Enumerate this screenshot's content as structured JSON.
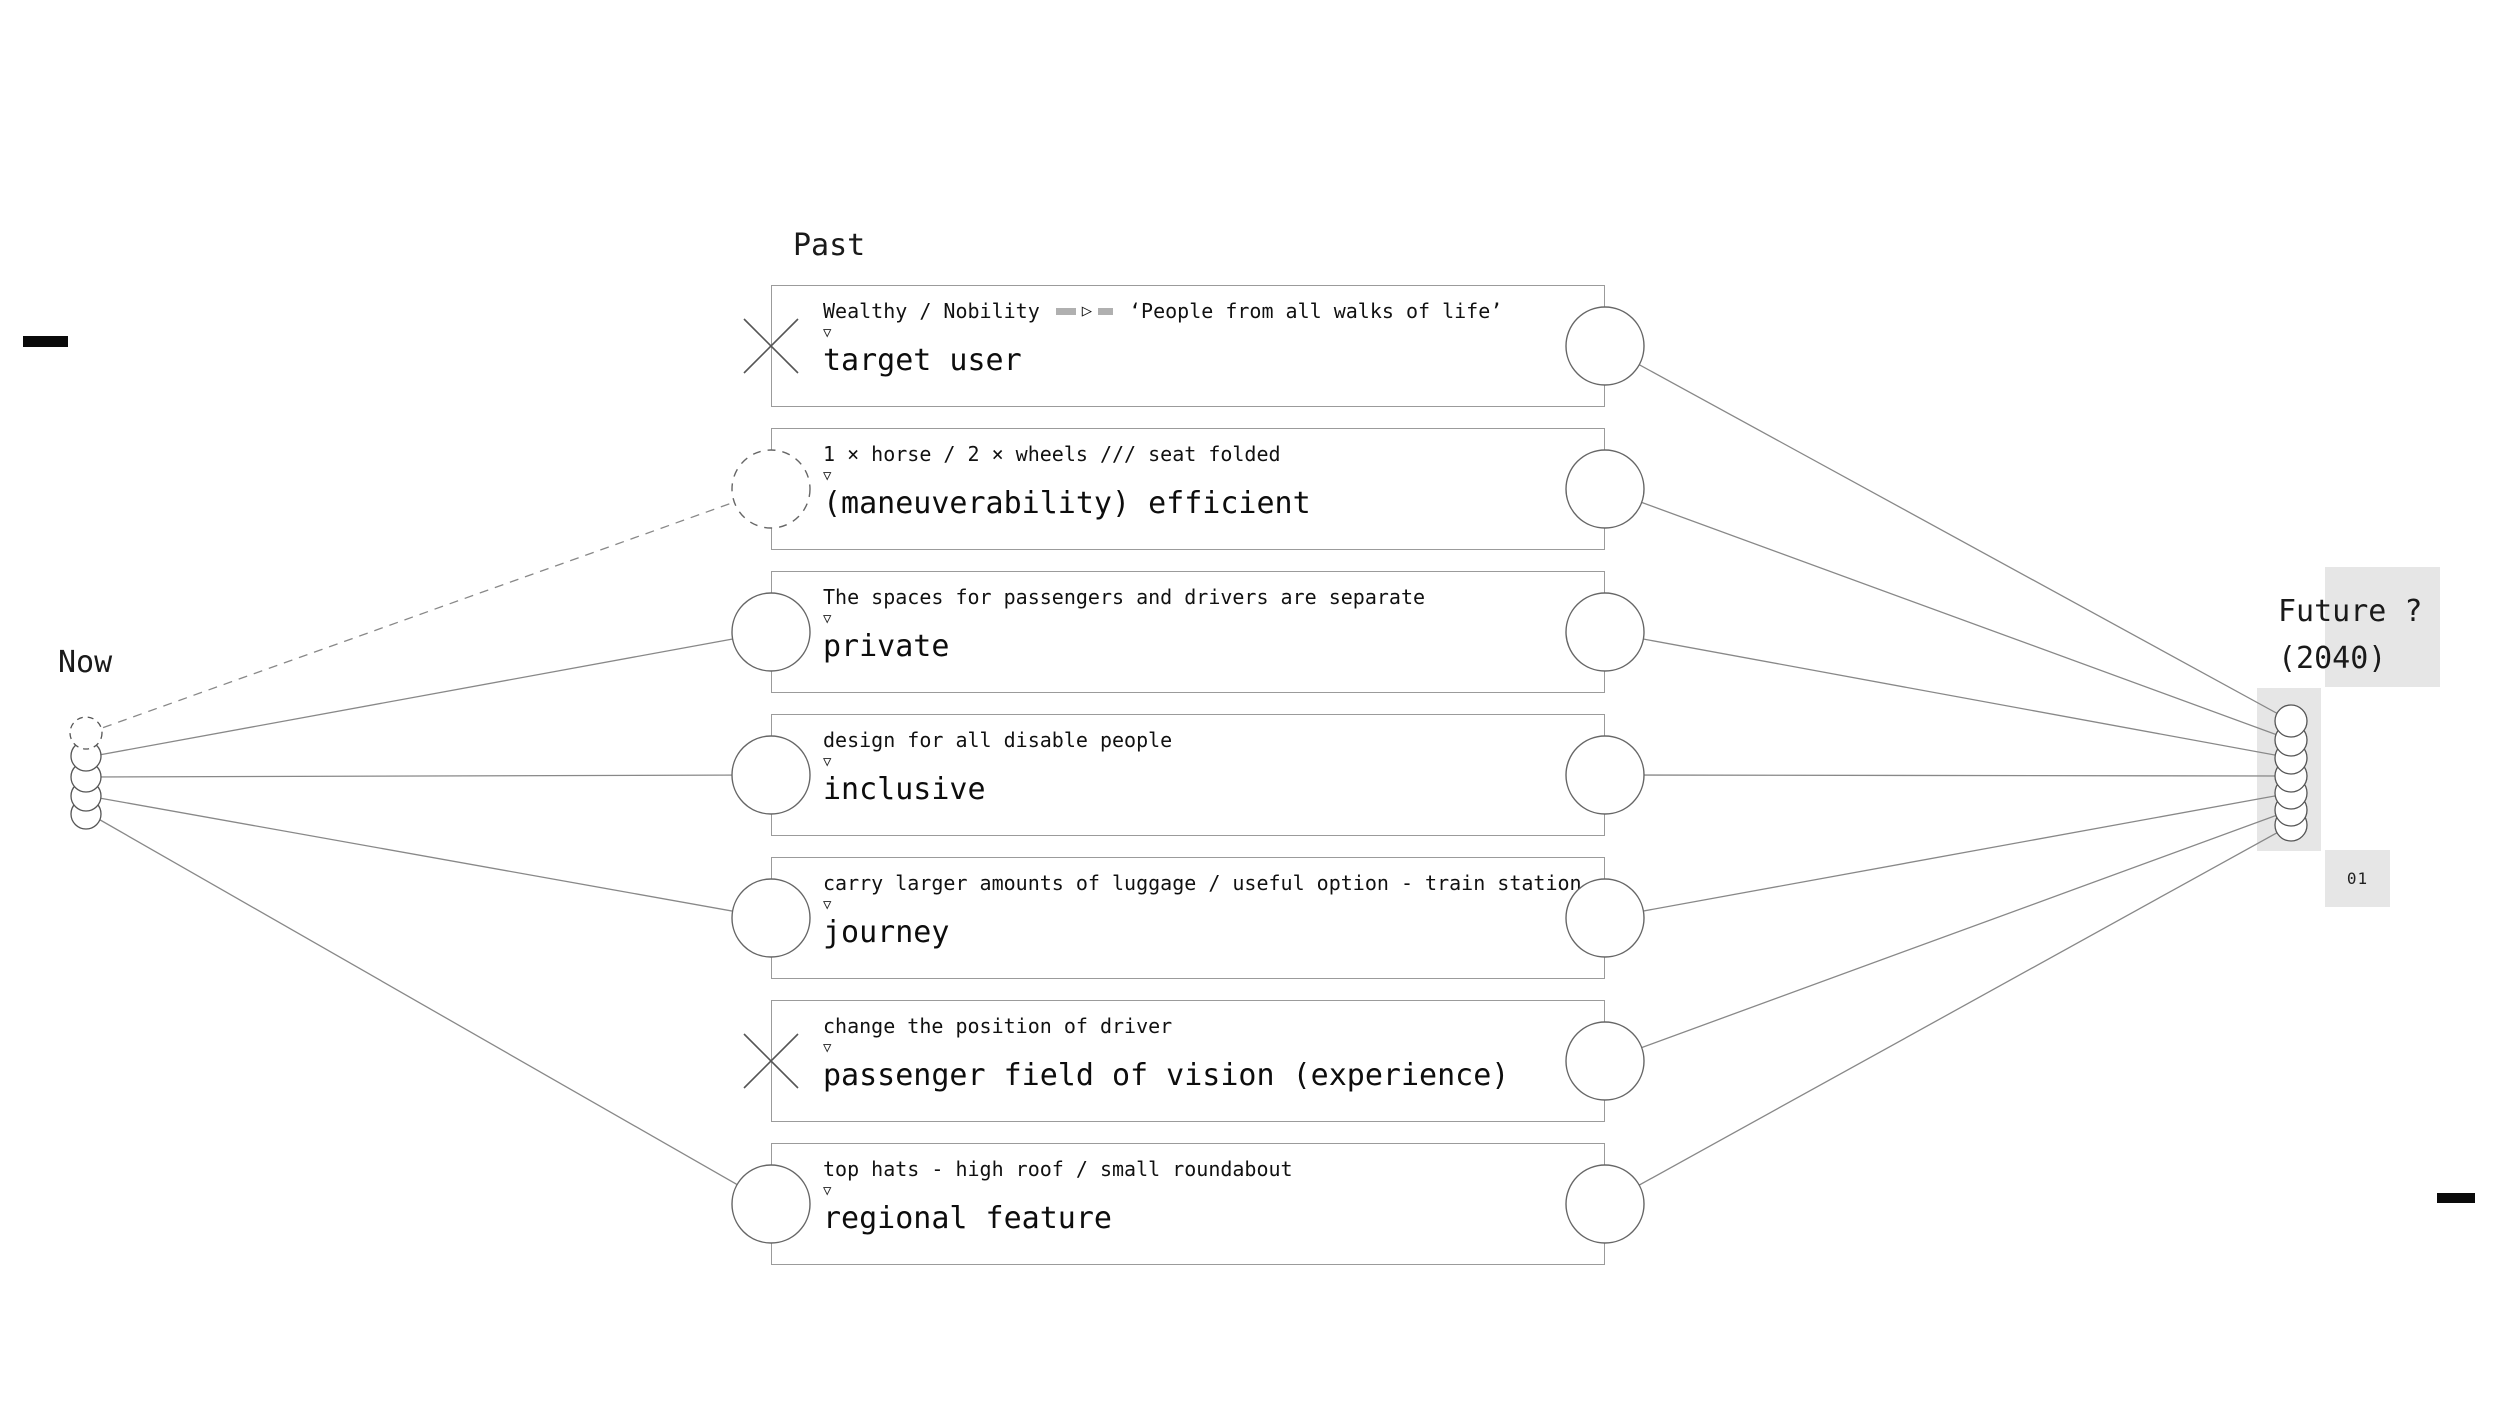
{
  "labels": {
    "past": "Past",
    "now": "Now",
    "future_line1": "Future ?",
    "future_line2": "(2040)",
    "page_number": "01"
  },
  "glyphs": {
    "triangle_marker": "▽",
    "arrow_head": "▷"
  },
  "rows": [
    {
      "note_left": "Wealthy / Nobility",
      "note_right": "‘People from all walks of life’",
      "keyword": "target user",
      "left_marker": "x",
      "connected_from_now": false
    },
    {
      "note": "1 × horse / 2 × wheels /// seat folded",
      "keyword": "(maneuverability) efficient",
      "left_marker": "dashed-circle",
      "connected_from_now": true
    },
    {
      "note": "The spaces for passengers and drivers are separate",
      "keyword": "private",
      "left_marker": "circle",
      "connected_from_now": true
    },
    {
      "note": "design for all disable people",
      "keyword": "inclusive",
      "left_marker": "circle",
      "connected_from_now": true
    },
    {
      "note": "carry larger amounts of luggage / useful option - train station",
      "keyword": "journey",
      "left_marker": "circle",
      "connected_from_now": true
    },
    {
      "note": "change the position of driver",
      "keyword": "passenger field of vision (experience)",
      "left_marker": "x",
      "connected_from_now": false
    },
    {
      "note": "top hats - high roof / small roundabout",
      "keyword": "regional feature",
      "left_marker": "circle",
      "connected_from_now": true
    }
  ],
  "colors": {
    "background": "#ffffff",
    "box_border": "#9b9b9b",
    "wire": "#888888",
    "node_stroke": "#666666",
    "gray_panel": "#e6e6e6",
    "text": "#111111",
    "minus_mark": "#0a0a0a"
  }
}
